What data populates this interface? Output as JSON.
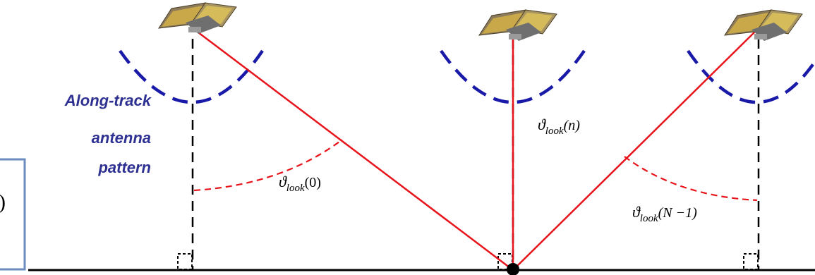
{
  "annotation": {
    "line1": "Along-track",
    "line2": "antenna",
    "line3": "pattern"
  },
  "box_text_fragment": ")",
  "angles": {
    "symbol": "ϑ",
    "subscript": "look",
    "left_arg": "(0)",
    "middle_arg": "(n)",
    "right_arg": "(N −1)"
  },
  "colors": {
    "look_line": "#e8141b",
    "beam": "#1a1aa8",
    "nadir": "#000000",
    "box_border": "#6a8cbf",
    "label": "#2e3192"
  },
  "icons": [
    "satellite-icon",
    "satellite-icon",
    "satellite-icon",
    "ground-target-point-icon",
    "right-angle-marker-icon"
  ]
}
